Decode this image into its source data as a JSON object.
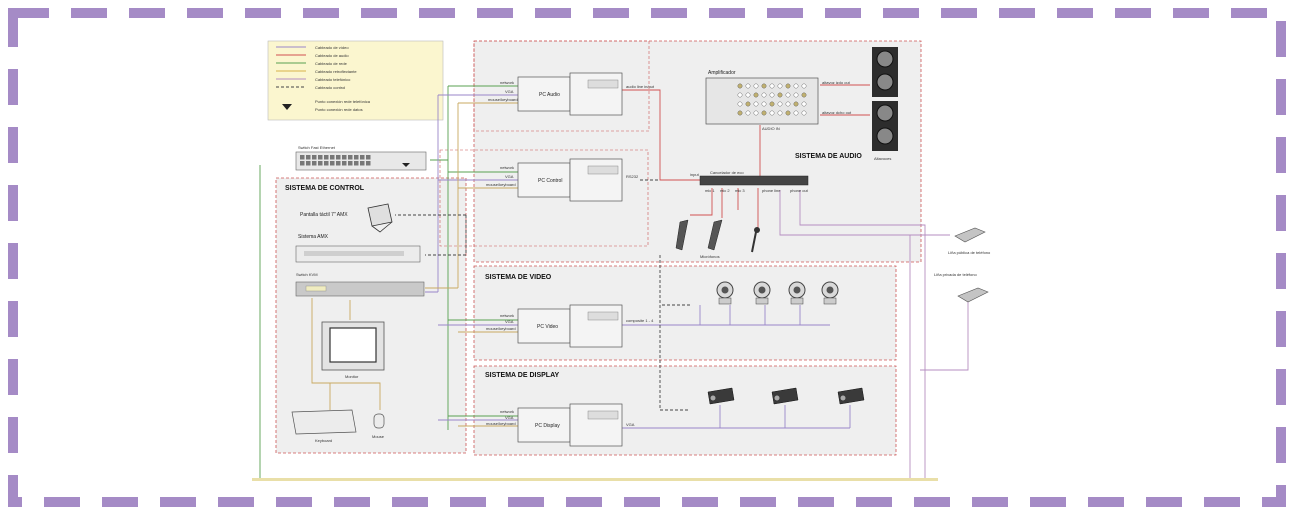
{
  "colors": {
    "frame": "#a58bc6",
    "video": "#9a86c8",
    "audio": "#d05050",
    "network": "#58a050",
    "control": "#444444",
    "phone": "#b58ec0",
    "legend_bg": "#fbf6cf",
    "panel_bg": "#efefef",
    "panel_border": "#cc5555"
  },
  "legend": {
    "items": [
      {
        "label": "Cableado de vídeo",
        "color": "#9a86c8"
      },
      {
        "label": "Cableado de audio",
        "color": "#d05050"
      },
      {
        "label": "Cableado de rede",
        "color": "#58a050"
      },
      {
        "label": "Cableado retroflectante",
        "color": "#d7b34a"
      },
      {
        "label": "Cableado telefónico",
        "color": "#b58ec0"
      },
      {
        "label": "Cableado control",
        "color": "#444444"
      }
    ],
    "points": [
      "Punto conexión rede telefónica",
      "Punto conexión rede datos"
    ]
  },
  "sections": {
    "control": "SISTEMA DE CONTROL",
    "audio": "SISTEMA DE AUDIO",
    "video": "SISTEMA DE VIDEO",
    "display": "SISTEMA DE DISPLAY"
  },
  "devices": {
    "switch_ethernet": "Switch Fast Ethernet",
    "touch_panel": "Pantalla táctil 7\" AMX",
    "amx_system": "Sistema AMX",
    "kvm_switch": "Switch KVM",
    "monitor": "Monitor",
    "keyboard": "Keyboard",
    "mouse": "Mouse",
    "pc_audio": "PC Audio",
    "pc_control": "PC Control",
    "pc_video": "PC Video",
    "pc_display": "PC Display",
    "amplifier": "Amplificador",
    "speakers": "Altavoces",
    "echo_canceller": "Cancelador de eco",
    "microphones": "Micrófonos",
    "public_phone": "Liña pública de teléfono",
    "private_phone": "Liña privada de teléfono"
  },
  "port_labels": {
    "network": "network",
    "vga": "VGA",
    "mouse_keyboard": "mouse/keyboard",
    "audio_line_in_out": "audio line in/out",
    "rs232": "RS232",
    "composite": "composite 1 - 4",
    "speaker_left": "altavoz izdo out",
    "speaker_right": "altavoz dcho out",
    "audio_in": "AUDIO IN",
    "input": "input",
    "mic1": "mic 1",
    "mic2": "mic 2",
    "mic3": "mic 3",
    "phone_line": "phone line",
    "phone_out": "phone out"
  }
}
